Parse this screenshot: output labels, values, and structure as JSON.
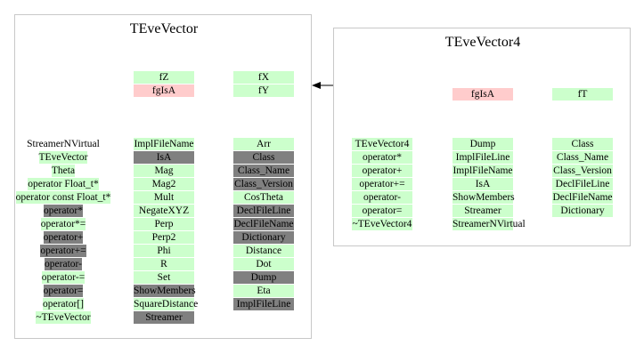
{
  "colors": {
    "public": "#ccffcc",
    "protected": "#808080",
    "special": "#ffcccc",
    "border": "#c8c8c8"
  },
  "tevector": {
    "title": "TEveVector",
    "data_mid": [
      {
        "label": "fZ",
        "style": "green"
      },
      {
        "label": "fgIsA",
        "style": "pink"
      }
    ],
    "data_right": [
      {
        "label": "fX",
        "style": "green"
      },
      {
        "label": "fY",
        "style": "green"
      }
    ],
    "methods_left": [
      {
        "label": "StreamerNVirtual",
        "style": "white"
      },
      {
        "label": "TEveVector",
        "style": "green"
      },
      {
        "label": "Theta",
        "style": "green"
      },
      {
        "label": "operator Float_t*",
        "style": "green"
      },
      {
        "label": "operator const Float_t*",
        "style": "green"
      },
      {
        "label": "operator*",
        "style": "gray"
      },
      {
        "label": "operator*=",
        "style": "green"
      },
      {
        "label": "operator+",
        "style": "gray"
      },
      {
        "label": "operator+=",
        "style": "gray"
      },
      {
        "label": "operator-",
        "style": "gray"
      },
      {
        "label": "operator-=",
        "style": "green"
      },
      {
        "label": "operator=",
        "style": "gray"
      },
      {
        "label": "operator[]",
        "style": "green"
      },
      {
        "label": "~TEveVector",
        "style": "green"
      }
    ],
    "methods_mid": [
      {
        "label": "ImplFileName",
        "style": "green"
      },
      {
        "label": "IsA",
        "style": "gray"
      },
      {
        "label": "Mag",
        "style": "green"
      },
      {
        "label": "Mag2",
        "style": "green"
      },
      {
        "label": "Mult",
        "style": "green"
      },
      {
        "label": "NegateXYZ",
        "style": "green"
      },
      {
        "label": "Perp",
        "style": "green"
      },
      {
        "label": "Perp2",
        "style": "green"
      },
      {
        "label": "Phi",
        "style": "green"
      },
      {
        "label": "R",
        "style": "green"
      },
      {
        "label": "Set",
        "style": "green"
      },
      {
        "label": "ShowMembers",
        "style": "gray"
      },
      {
        "label": "SquareDistance",
        "style": "green"
      },
      {
        "label": "Streamer",
        "style": "gray"
      }
    ],
    "methods_right": [
      {
        "label": "Arr",
        "style": "green"
      },
      {
        "label": "Class",
        "style": "gray"
      },
      {
        "label": "Class_Name",
        "style": "gray"
      },
      {
        "label": "Class_Version",
        "style": "gray"
      },
      {
        "label": "CosTheta",
        "style": "green"
      },
      {
        "label": "DeclFileLine",
        "style": "gray"
      },
      {
        "label": "DeclFileName",
        "style": "gray"
      },
      {
        "label": "Dictionary",
        "style": "gray"
      },
      {
        "label": "Distance",
        "style": "green"
      },
      {
        "label": "Dot",
        "style": "green"
      },
      {
        "label": "Dump",
        "style": "gray"
      },
      {
        "label": "Eta",
        "style": "green"
      },
      {
        "label": "ImplFileLine",
        "style": "gray"
      }
    ]
  },
  "tevector4": {
    "title": "TEveVector4",
    "data_mid": [
      {
        "label": "fgIsA",
        "style": "pink"
      }
    ],
    "data_right": [
      {
        "label": "fT",
        "style": "green"
      }
    ],
    "methods_left": [
      {
        "label": "TEveVector4",
        "style": "green"
      },
      {
        "label": "operator*",
        "style": "green"
      },
      {
        "label": "operator+",
        "style": "green"
      },
      {
        "label": "operator+=",
        "style": "green"
      },
      {
        "label": "operator-",
        "style": "green"
      },
      {
        "label": "operator=",
        "style": "green"
      },
      {
        "label": "~TEveVector4",
        "style": "green"
      }
    ],
    "methods_mid": [
      {
        "label": "Dump",
        "style": "green"
      },
      {
        "label": "ImplFileLine",
        "style": "green"
      },
      {
        "label": "ImplFileName",
        "style": "green"
      },
      {
        "label": "IsA",
        "style": "green"
      },
      {
        "label": "ShowMembers",
        "style": "green"
      },
      {
        "label": "Streamer",
        "style": "green"
      },
      {
        "label": "StreamerNVirtual",
        "style": "green"
      }
    ],
    "methods_right": [
      {
        "label": "Class",
        "style": "green"
      },
      {
        "label": "Class_Name",
        "style": "green"
      },
      {
        "label": "Class_Version",
        "style": "green"
      },
      {
        "label": "DeclFileLine",
        "style": "green"
      },
      {
        "label": "DeclFileName",
        "style": "green"
      },
      {
        "label": "Dictionary",
        "style": "green"
      }
    ]
  }
}
